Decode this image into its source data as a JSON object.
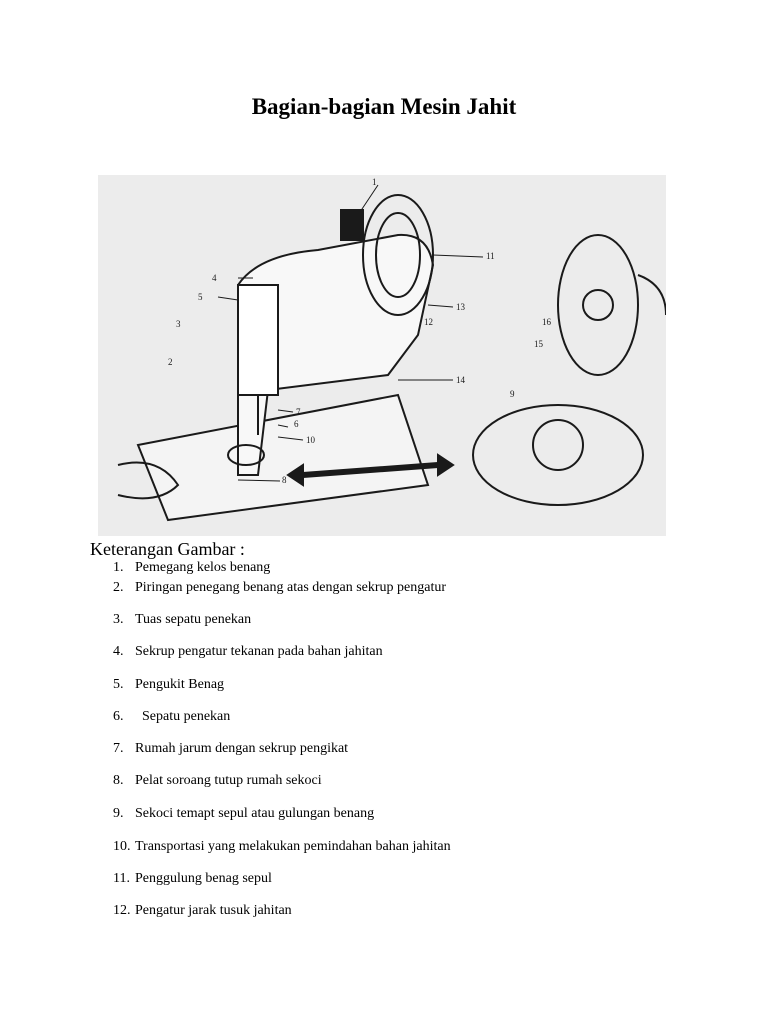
{
  "title": "Bagian-bagian Mesin Jahit",
  "figure": {
    "callout_numbers": [
      "1",
      "2",
      "3",
      "4",
      "5",
      "6",
      "7",
      "8",
      "9",
      "10",
      "11",
      "12",
      "13",
      "14",
      "15",
      "16"
    ],
    "colors": {
      "background": "#ececec",
      "ink": "#1a1a1a"
    }
  },
  "caption_heading": "Keterangan Gambar :",
  "legend": [
    {
      "num": "1.",
      "text": "Pemegang kelos benang"
    },
    {
      "num": "2.",
      "text": "Piringan penegang benang atas dengan sekrup pengatur"
    },
    {
      "num": "3.",
      "text": "Tuas sepatu penekan"
    },
    {
      "num": "4.",
      "text": "Sekrup pengatur tekanan pada bahan jahitan"
    },
    {
      "num": "5.",
      "text": "Pengukit Benag"
    },
    {
      "num": "6.",
      "text": "  Sepatu penekan"
    },
    {
      "num": "7.",
      "text": "Rumah jarum dengan sekrup pengikat"
    },
    {
      "num": "8.",
      "text": "Pelat soroang tutup rumah sekoci"
    },
    {
      "num": "9.",
      "text": "Sekoci temapt sepul atau gulungan benang"
    },
    {
      "num": "10.",
      "text": "Transportasi yang melakukan pemindahan bahan jahitan"
    },
    {
      "num": "11.",
      "text": "Penggulung benag sepul"
    },
    {
      "num": "12.",
      "text": "Pengatur jarak tusuk jahitan"
    }
  ]
}
